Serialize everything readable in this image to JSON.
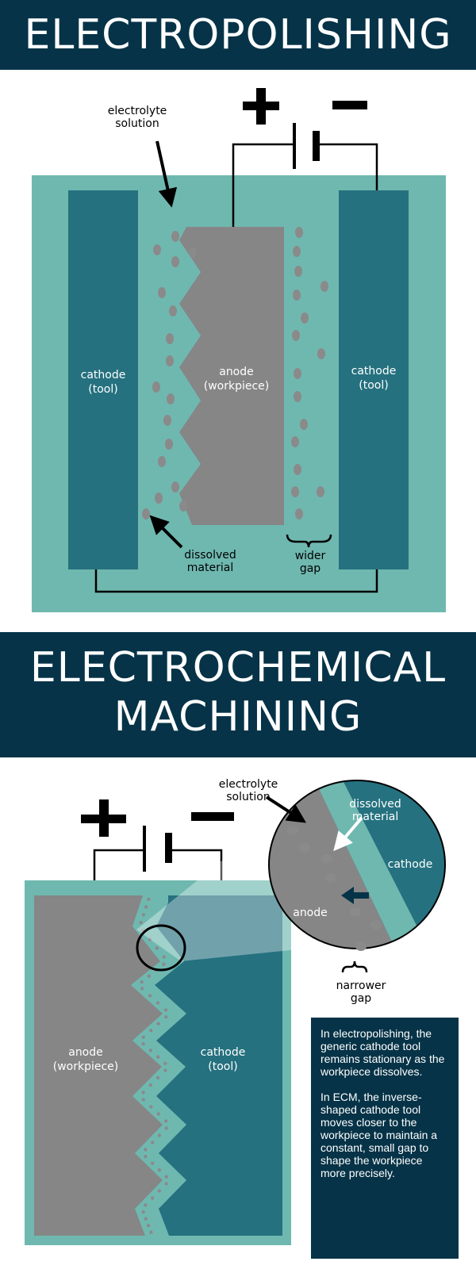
{
  "titles": {
    "top": "ELECTROPOLISHING",
    "bottom_line1": "ELECTROCHEMICAL",
    "bottom_line2": "MACHINING"
  },
  "electropolishing": {
    "polarity_plus": "+",
    "polarity_minus": "−",
    "electrolyte_line1": "electrolyte",
    "electrolyte_line2": "solution",
    "left_cathode_line1": "cathode",
    "left_cathode_line2": "(tool)",
    "anode_line1": "anode",
    "anode_line2": "(workpiece)",
    "right_cathode_line1": "cathode",
    "right_cathode_line2": "(tool)",
    "dissolved_line1": "dissolved",
    "dissolved_line2": "material",
    "gap_line1": "wider",
    "gap_line2": "gap"
  },
  "ecm": {
    "polarity_plus": "+",
    "polarity_minus": "−",
    "electrolyte_line1": "electrolyte",
    "electrolyte_line2": "solution",
    "dissolved_line1": "dissolved",
    "dissolved_line2": "material",
    "zoom_cathode": "cathode",
    "zoom_anode": "anode",
    "gap_line1": "narrower",
    "gap_line2": "gap",
    "anode_line1": "anode",
    "anode_line2": "(workpiece)",
    "cathode_line1": "cathode",
    "cathode_line2": "(tool)"
  },
  "info_box": {
    "para1": "In electropolishing, the generic cathode tool remains stationary as the workpiece dissolves.",
    "para2": "In ECM, the inverse-shaped cathode tool moves closer to the workpiece to maintain a constant, small gap to shape the workpiece more precisely."
  },
  "colors": {
    "dark_blue": "#063347",
    "electrolyte": "#6FB8B0",
    "cathode": "#25717F",
    "anode": "#868686",
    "dots": "#8A8A8A"
  }
}
